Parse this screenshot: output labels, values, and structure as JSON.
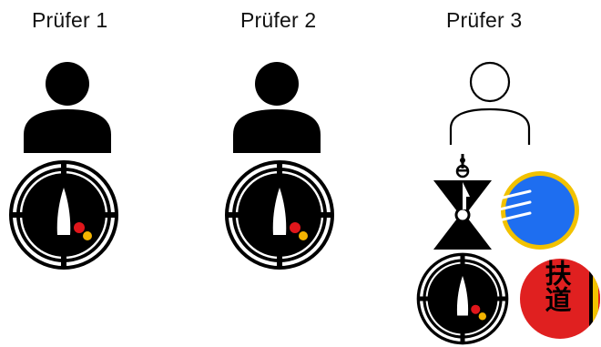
{
  "examiners": [
    {
      "label": "Prüfer 1",
      "avatar": "person-filled-icon",
      "badges": [
        "compass-badge-icon"
      ]
    },
    {
      "label": "Prüfer 2",
      "avatar": "person-filled-icon",
      "badges": [
        "compass-badge-icon"
      ]
    },
    {
      "label": "Prüfer 3",
      "avatar": "person-outline-icon",
      "badges": [
        "hourglass-tower-icon",
        "blue-lines-badge-icon",
        "compass-badge-icon",
        "kanji-seal-badge-icon"
      ]
    }
  ],
  "kanji_seal": {
    "text": "扶道"
  },
  "colors": {
    "ink": "#000000",
    "compass_red": "#e0161b",
    "compass_yellow": "#f4b400",
    "blue_badge": "#1e6ef0",
    "blue_badge_ring": "#f2c200",
    "seal_red": "#e02020",
    "stripe_yellow": "#f2c200"
  }
}
